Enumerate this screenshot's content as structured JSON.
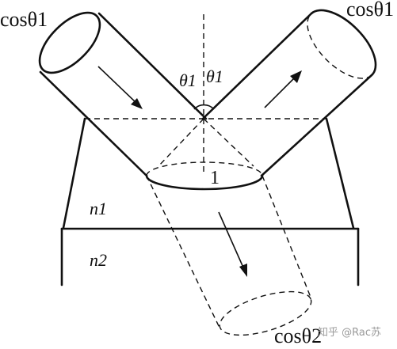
{
  "labels": {
    "incident": "cosθ1",
    "reflected": "cosθ1",
    "refracted": "cosθ2",
    "angle_left": "θ1",
    "angle_right": "θ1",
    "area_one": "1",
    "medium_top": "n1",
    "medium_bottom": "n2",
    "watermark": "知乎 @Rac苏"
  }
}
